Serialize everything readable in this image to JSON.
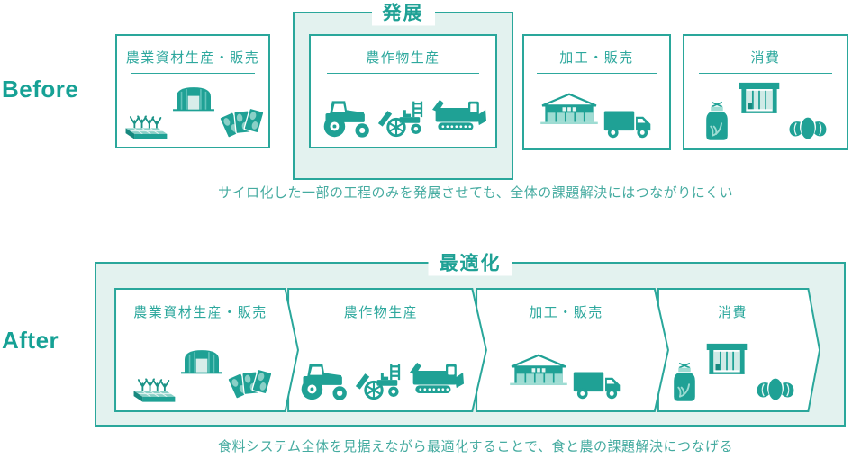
{
  "before": {
    "label": "Before",
    "highlight_title": "発展",
    "caption": "サイロ化した一部の工程のみを発展させても、全体の課題解決にはつながりにくい"
  },
  "after": {
    "label": "After",
    "highlight_title": "最適化",
    "caption": "食料システム全体を見据えながら最適化することで、食と農の課題解決につなげる"
  },
  "stages": [
    {
      "label": "農業資材生産・販売",
      "icons": [
        "seedling-tray-icon",
        "barn-icon",
        "seed-packets-icon"
      ]
    },
    {
      "label": "農作物生産",
      "icons": [
        "tractor-icon",
        "rice-transplanter-icon",
        "combine-harvester-icon"
      ]
    },
    {
      "label": "加工・販売",
      "icons": [
        "factory-icon",
        "truck-icon"
      ]
    },
    {
      "label": "消費",
      "icons": [
        "rice-bag-icon",
        "storefront-icon",
        "bread-icon"
      ]
    }
  ],
  "colors": {
    "teal": "#1fa195",
    "teal_light": "#85cec5",
    "pale": "#cfeae6",
    "highlight_bg": "#e3f2ef",
    "border": "#2aa79b",
    "caption": "#45aba0"
  }
}
